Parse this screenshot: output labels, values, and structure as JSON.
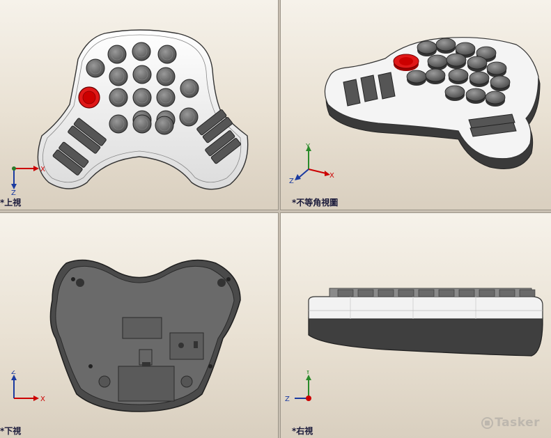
{
  "viewports": {
    "top": {
      "label": "*上視"
    },
    "isometric": {
      "label": "*不等角視圖"
    },
    "bottom": {
      "label": "*下視"
    },
    "right": {
      "label": "*右視"
    }
  },
  "axes": {
    "x": "X",
    "y": "Y",
    "z": "Z"
  },
  "watermark": {
    "text": "Tasker"
  },
  "colors": {
    "accent_red": "#e01818",
    "body_white": "#f4f4f4",
    "key_grey": "#6e6e6e",
    "base_dark": "#3e3e3e"
  },
  "icons": [
    "coordinate-triad-icon",
    "tasker-logo-icon"
  ]
}
